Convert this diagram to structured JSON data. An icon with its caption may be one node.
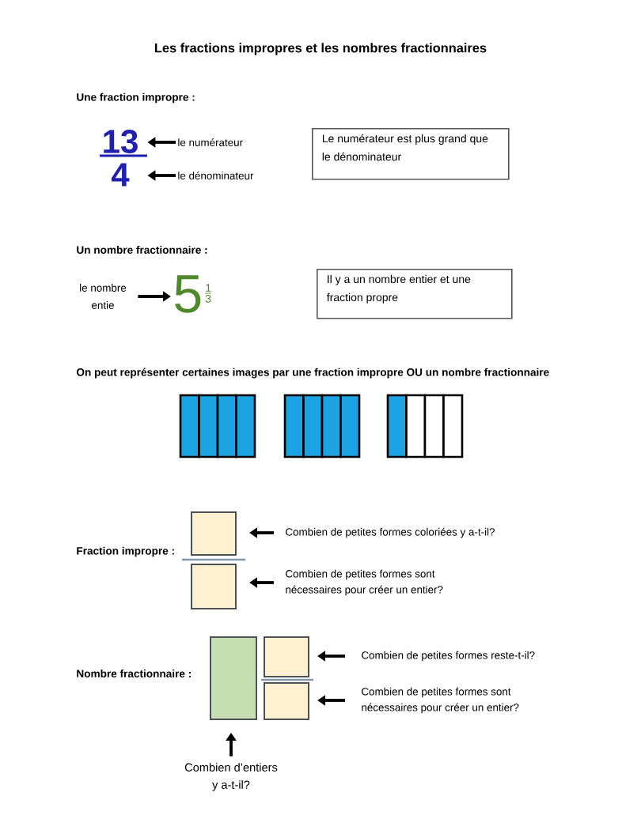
{
  "diagram": {
    "title": "Les fractions impropres et les nombres fractionnaires",
    "nodes": [
      {
        "text": [
          "13"
        ]
      },
      {
        "text": [
          "le numérateur"
        ]
      },
      {
        "text": [
          "Le numérateur est plus grand que le dénominateur"
        ]
      },
      {
        "text": [
          "4"
        ]
      },
      {
        "text": [
          "le dénominateur"
        ]
      },
      {
        "text": [
          "le nombre entie"
        ]
      },
      {
        "text": [
          "5",
          "1",
          "3"
        ]
      },
      {
        "text": [
          "Il y a un nombre entier et une fraction propre"
        ]
      },
      {
        "text": [],
        "shape": "box"
      },
      {
        "text": [
          "Combien de petites formes coloriées y a-t-il?"
        ]
      },
      {
        "text": [],
        "shape": "box"
      },
      {
        "text": [
          "Combien de petites formes sont nécessaires pour créer un entier?"
        ]
      },
      {
        "text": [],
        "shape": "box"
      },
      {
        "text": [],
        "shape": "box"
      },
      {
        "text": [
          "Combien de petites formes reste-t-il?"
        ]
      },
      {
        "text": [],
        "shape": "box"
      },
      {
        "text": [
          "Combien de petites formes sont nécessaires pour créer un entier?"
        ]
      },
      {
        "text": [
          "Combien d’entiers y a-t-il?"
        ]
      }
    ],
    "edges": [
      {
        "from": 1,
        "to": 0,
        "arrow": "to"
      },
      {
        "from": 4,
        "to": 3,
        "arrow": "to"
      },
      {
        "from": 5,
        "to": 6,
        "arrow": "to"
      },
      {
        "from": 9,
        "to": 8,
        "arrow": "to"
      },
      {
        "from": 11,
        "to": 10,
        "arrow": "to"
      },
      {
        "from": 14,
        "to": 13,
        "arrow": "to"
      },
      {
        "from": 16,
        "to": 15,
        "arrow": "to"
      },
      {
        "from": 17,
        "to": 12,
        "arrow": "to"
      }
    ],
    "labels": [
      "Une fraction impropre :",
      "Un nombre fractionnaire :",
      "On peut représenter certaines images par une fraction impropre OU un nombre fractionnaire",
      "Fraction impropre :",
      "Nombre fractionnaire :"
    ]
  }
}
